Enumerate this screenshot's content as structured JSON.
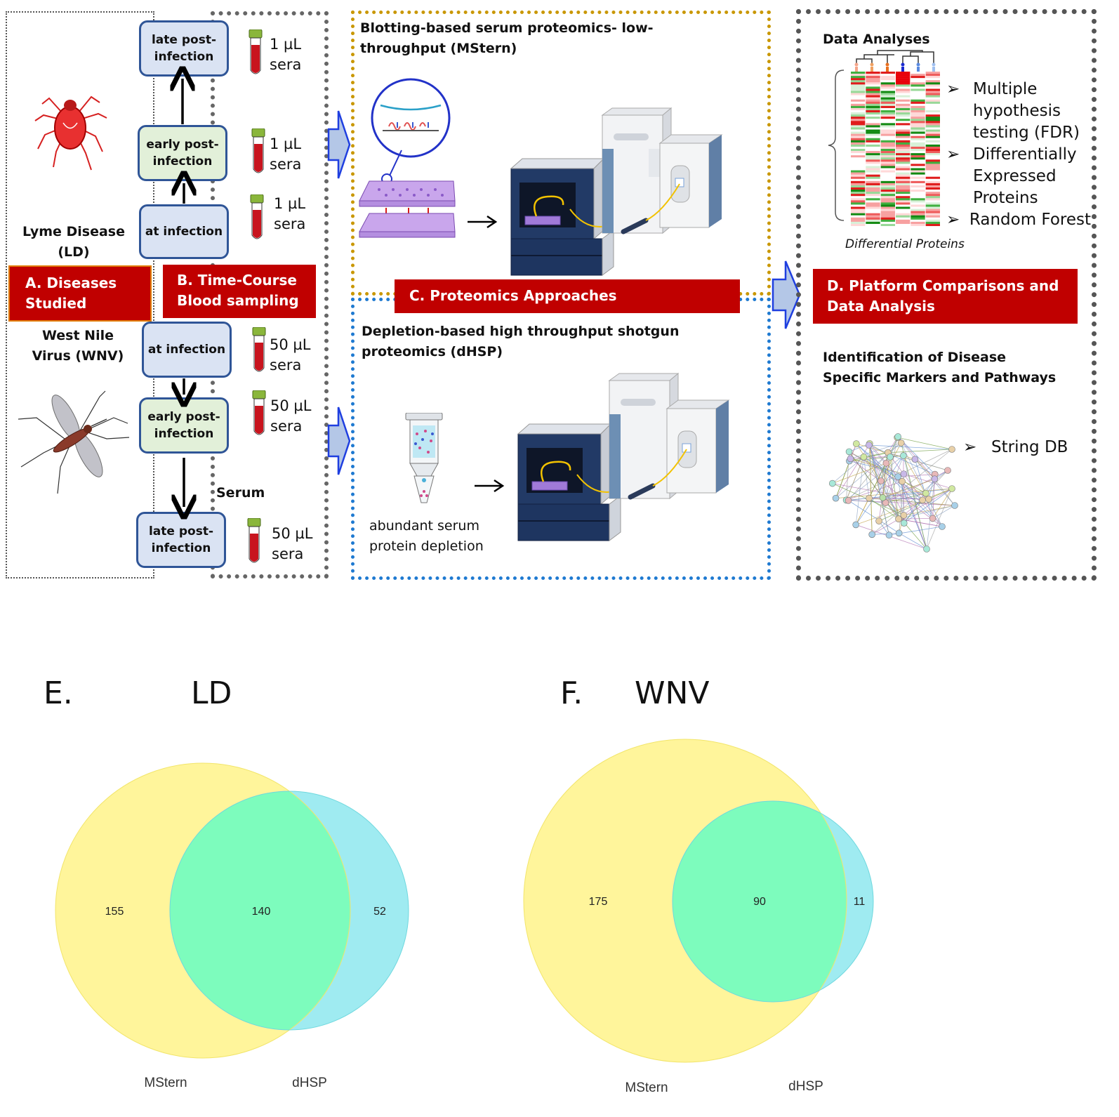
{
  "panel_a": {
    "banner": "A.     Diseases Studied",
    "ld_title": "Lyme Disease (LD)",
    "wnv_title": "West Nile Virus (WNV)"
  },
  "panel_b": {
    "banner": "B. Time-Course Blood sampling",
    "ld_timepoints": [
      "late post-infection",
      "early post-infection",
      "at infection"
    ],
    "ld_volumes": [
      "1 µL sera",
      "1 µL sera",
      "1 µL sera"
    ],
    "wnv_timepoints": [
      "at infection",
      "early post-infection",
      "late post-infection"
    ],
    "wnv_volumes": [
      "50 µL sera",
      "50 µL sera",
      "50 µL sera"
    ],
    "serum_label": "Serum"
  },
  "panel_c": {
    "banner": "C. Proteomics Approaches",
    "top_title": "Blotting-based serum proteomics- low-throughput (MStern)",
    "bottom_title": "Depletion-based high throughput shotgun proteomics (dHSP)",
    "depletion_label": "abundant serum protein depletion"
  },
  "panel_d": {
    "banner": "D. Platform Comparisons and Data Analysis",
    "data_analyses": "Data Analyses",
    "bullets": [
      "Multiple hypothesis testing (FDR)",
      "Differentially Expressed Proteins",
      "Random Forest"
    ],
    "heatmap_caption": "Differential Proteins",
    "identification": "Identification of Disease Specific Markers and Pathways",
    "string_bullet": "String DB"
  },
  "colors": {
    "banner_red": "#c00000",
    "mstern_yellow": "#fff27a",
    "dhsp_cyan": "#8ee8ee",
    "overlap_green": "#7dfcbd",
    "box_gold": "#c99700",
    "box_blue": "#1f7ad1",
    "arrow_blue": "#b4c7e7"
  },
  "venn": [
    {
      "panel_label": "E.",
      "title": "LD",
      "left_name": "MStern",
      "right_name": "dHSP",
      "left_only": "155",
      "overlap": "140",
      "right_only": "52"
    },
    {
      "panel_label": "F.",
      "title": "WNV",
      "left_name": "MStern",
      "right_name": "dHSP",
      "left_only": "175",
      "overlap": "90",
      "right_only": "11"
    }
  ]
}
